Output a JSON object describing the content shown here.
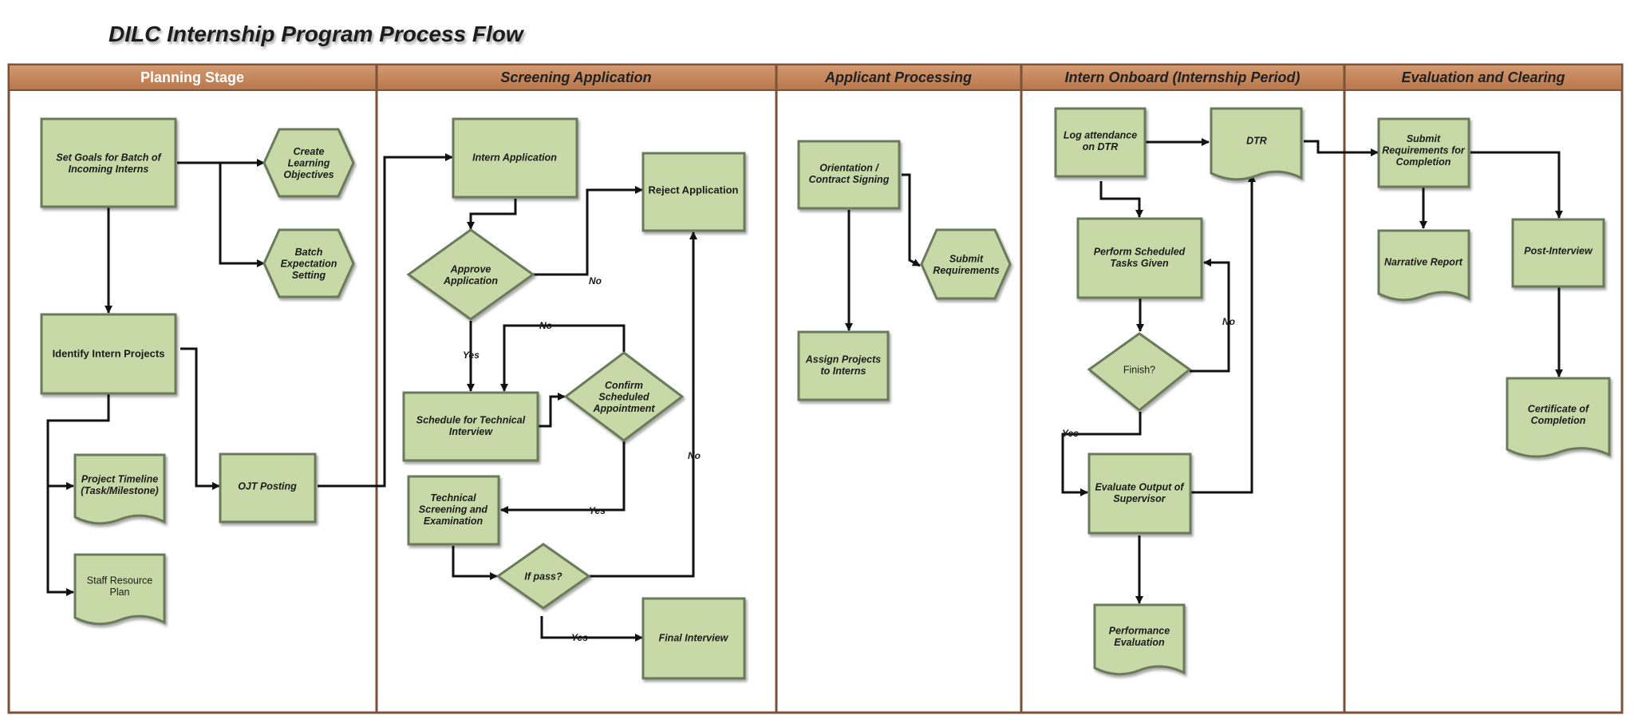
{
  "title": "DILC Internship Program Process Flow",
  "lanes": [
    {
      "label": "Planning Stage"
    },
    {
      "label": "Screening Application"
    },
    {
      "label": "Applicant Processing"
    },
    {
      "label": "Intern Onboard (Internship Period)"
    },
    {
      "label": "Evaluation and Clearing"
    }
  ],
  "nodes": {
    "set_goals": [
      "Set Goals for Batch of",
      "Incoming Interns"
    ],
    "create_learning": [
      "Create",
      "Learning",
      "Objectives"
    ],
    "batch_expectation": [
      "Batch",
      "Expectation",
      "Setting"
    ],
    "identify_projects": [
      "Identify Intern Projects"
    ],
    "project_timeline": [
      "Project Timeline",
      "(Task/Milestone)"
    ],
    "ojt_posting": [
      "OJT Posting"
    ],
    "staff_resource": [
      "Staff Resource",
      "Plan"
    ],
    "intern_application": [
      "Intern Application"
    ],
    "reject_application": [
      "Reject Application"
    ],
    "approve_application": [
      "Approve",
      "Application"
    ],
    "schedule_technical": [
      "Schedule for Technical",
      "Interview"
    ],
    "confirm_scheduled": [
      "Confirm",
      "Scheduled",
      "Appointment"
    ],
    "technical_screening": [
      "Technical",
      "Screening and",
      "Examination"
    ],
    "if_pass": [
      "If pass?"
    ],
    "final_interview": [
      "Final Interview"
    ],
    "orientation": [
      "Orientation /",
      "Contract Signing"
    ],
    "submit_requirements": [
      "Submit",
      "Requirements"
    ],
    "assign_projects": [
      "Assign Projects",
      "to Interns"
    ],
    "log_attendance": [
      "Log attendance",
      "on DTR"
    ],
    "dtr": [
      "DTR"
    ],
    "perform_tasks": [
      "Perform Scheduled",
      "Tasks Given"
    ],
    "finish": [
      "Finish?"
    ],
    "evaluate_output": [
      "Evaluate Output of",
      "Supervisor"
    ],
    "performance_evaluation": [
      "Performance",
      "Evaluation"
    ],
    "submit_completion": [
      "Submit",
      "Requirements for",
      "Completion"
    ],
    "narrative_report": [
      "Narrative Report"
    ],
    "post_interview": [
      "Post-Interview"
    ],
    "certificate": [
      "Certificate of",
      "Completion"
    ]
  },
  "edge_labels": {
    "approve_no": "No",
    "approve_yes": "Yes",
    "confirm_no": "No",
    "confirm_yes": "Yes",
    "pass_no": "No",
    "pass_yes": "Yes",
    "finish_no": "No",
    "finish_yes": "Yes"
  },
  "colors": {
    "header_fill": "#c8875b",
    "shape_fill": "#c6d9a6",
    "shape_stroke": "#6b7a5a",
    "lane_border": "#7a5238"
  }
}
